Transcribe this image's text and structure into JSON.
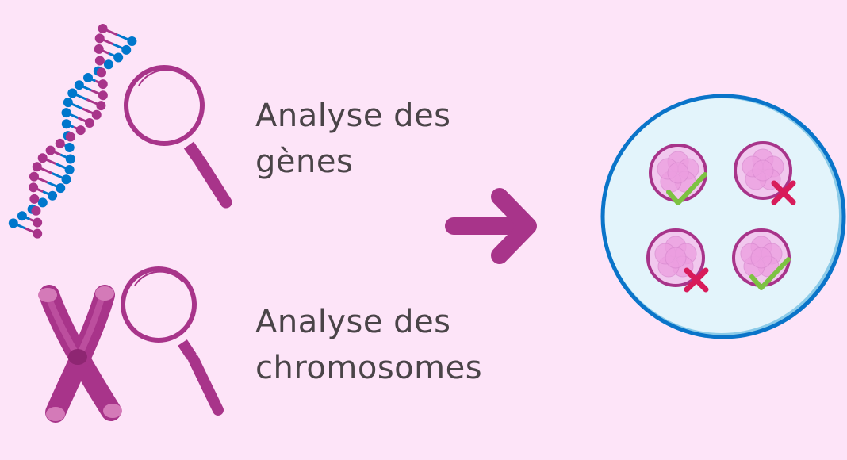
{
  "genes": {
    "line1": "Analyse des",
    "line2": "gènes"
  },
  "chromosomes": {
    "line1": "Analyse des",
    "line2": "chromosomes"
  },
  "colors": {
    "background": "#fde4f8",
    "purple": "#a8348a",
    "blue": "#0077cc",
    "dish_fill": "#e3f4fb",
    "dish_border": "#0a74c9",
    "check": "#7dc242",
    "cross": "#d81b5a"
  },
  "embryos": [
    {
      "status": "ok"
    },
    {
      "status": "rejected"
    },
    {
      "status": "rejected"
    },
    {
      "status": "ok"
    }
  ]
}
